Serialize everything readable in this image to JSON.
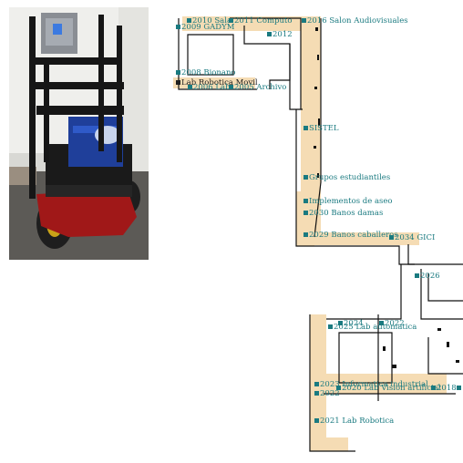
{
  "map": {
    "colors": {
      "wall": "#111111",
      "corridor": "#f5dcb4",
      "label": "#1a7a80",
      "robot_marker": "#202020"
    },
    "rooms": [
      {
        "id": "r2010",
        "label": "2010 Sala"
      },
      {
        "id": "r2011",
        "label": "2011 Computo"
      },
      {
        "id": "r2016",
        "label": "2016 Salon Audiovisuales"
      },
      {
        "id": "r2009",
        "label": "2009 GADYM"
      },
      {
        "id": "r2012",
        "label": "2012"
      },
      {
        "id": "r2008",
        "label": "2008 Bionano"
      },
      {
        "id": "rlabmovil",
        "label": "Lab Robotica Movil"
      },
      {
        "id": "r2006",
        "label": "2006 Lab"
      },
      {
        "id": "rarchivo",
        "label": "2005 Archivo"
      },
      {
        "id": "rsistel",
        "label": "SISTEL"
      },
      {
        "id": "rgrupos",
        "label": "Grupos estudiantiles"
      },
      {
        "id": "rimplementos",
        "label": "Implementos de aseo"
      },
      {
        "id": "r2030",
        "label": "2030 Banos damas"
      },
      {
        "id": "r2029",
        "label": "2029 Banos caballeros"
      },
      {
        "id": "r2034",
        "label": "2034 GICI"
      },
      {
        "id": "r2026",
        "label": "2026"
      },
      {
        "id": "r2024",
        "label": "2024"
      },
      {
        "id": "r2025",
        "label": "2025 Lab automatica"
      },
      {
        "id": "r2022",
        "label": "2022"
      },
      {
        "id": "r2023",
        "label": "2023 Informatica industrial"
      },
      {
        "id": "r2020",
        "label": "2020 Lab Vision artificial"
      },
      {
        "id": "r2018",
        "label": "2018"
      },
      {
        "id": "r2019",
        "label": "2022"
      },
      {
        "id": "r2021",
        "label": "2021 Lab Robotica"
      }
    ]
  }
}
